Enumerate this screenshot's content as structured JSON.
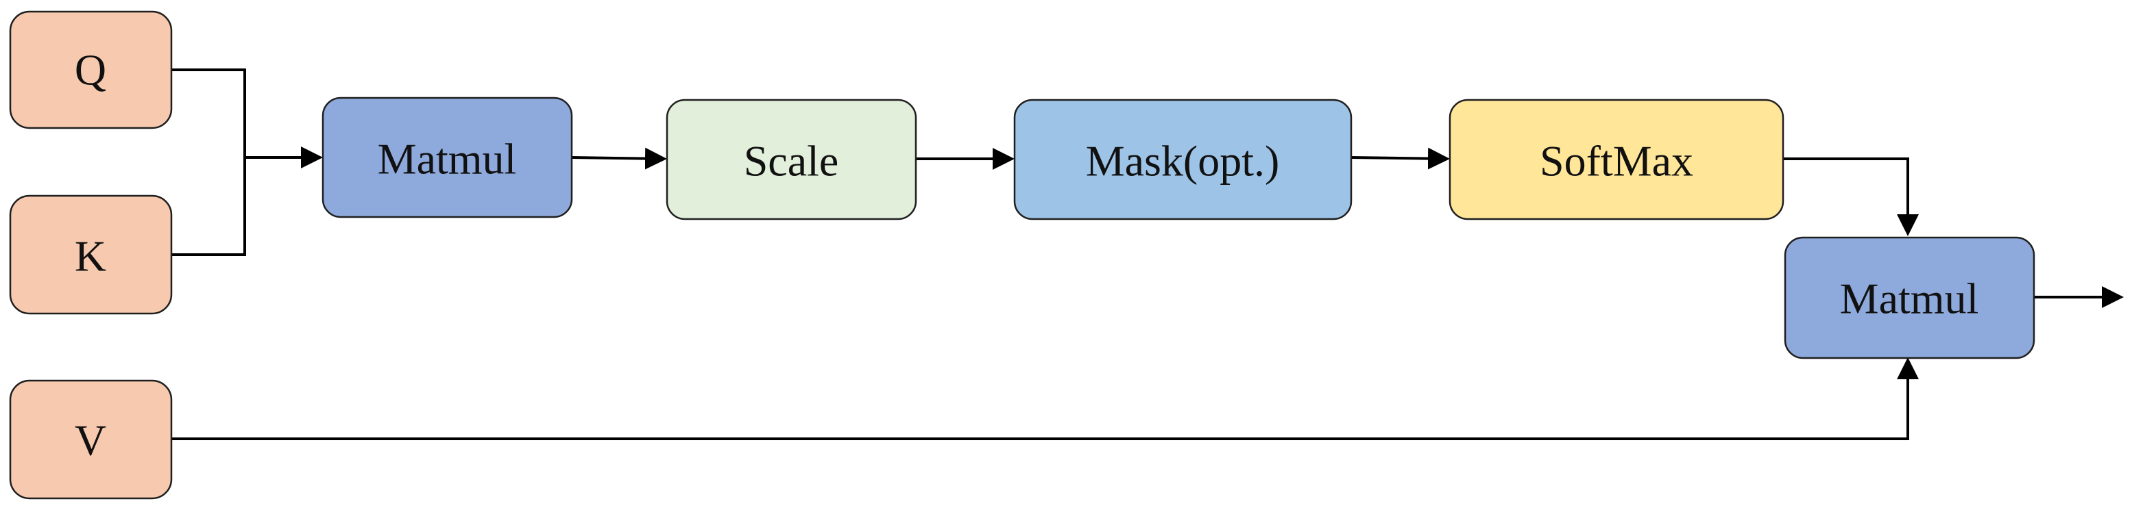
{
  "diagram": {
    "type": "flowchart",
    "nodes": {
      "q": {
        "label": "Q",
        "color": "#F7C9AE"
      },
      "k": {
        "label": "K",
        "color": "#F7C9AE"
      },
      "v": {
        "label": "V",
        "color": "#F7C9AE"
      },
      "matmul1": {
        "label": "Matmul",
        "color": "#8EA9DB"
      },
      "scale": {
        "label": "Scale",
        "color": "#E2EFDA"
      },
      "mask": {
        "label": "Mask(opt.)",
        "color": "#9DC3E6"
      },
      "softmax": {
        "label": "SoftMax",
        "color": "#FFE699"
      },
      "matmul2": {
        "label": "Matmul",
        "color": "#8EA9DB"
      }
    },
    "edges": [
      {
        "from": "q",
        "to": "matmul1"
      },
      {
        "from": "k",
        "to": "matmul1"
      },
      {
        "from": "matmul1",
        "to": "scale"
      },
      {
        "from": "scale",
        "to": "mask"
      },
      {
        "from": "mask",
        "to": "softmax"
      },
      {
        "from": "softmax",
        "to": "matmul2"
      },
      {
        "from": "v",
        "to": "matmul2"
      },
      {
        "from": "matmul2",
        "to": "output"
      }
    ]
  }
}
